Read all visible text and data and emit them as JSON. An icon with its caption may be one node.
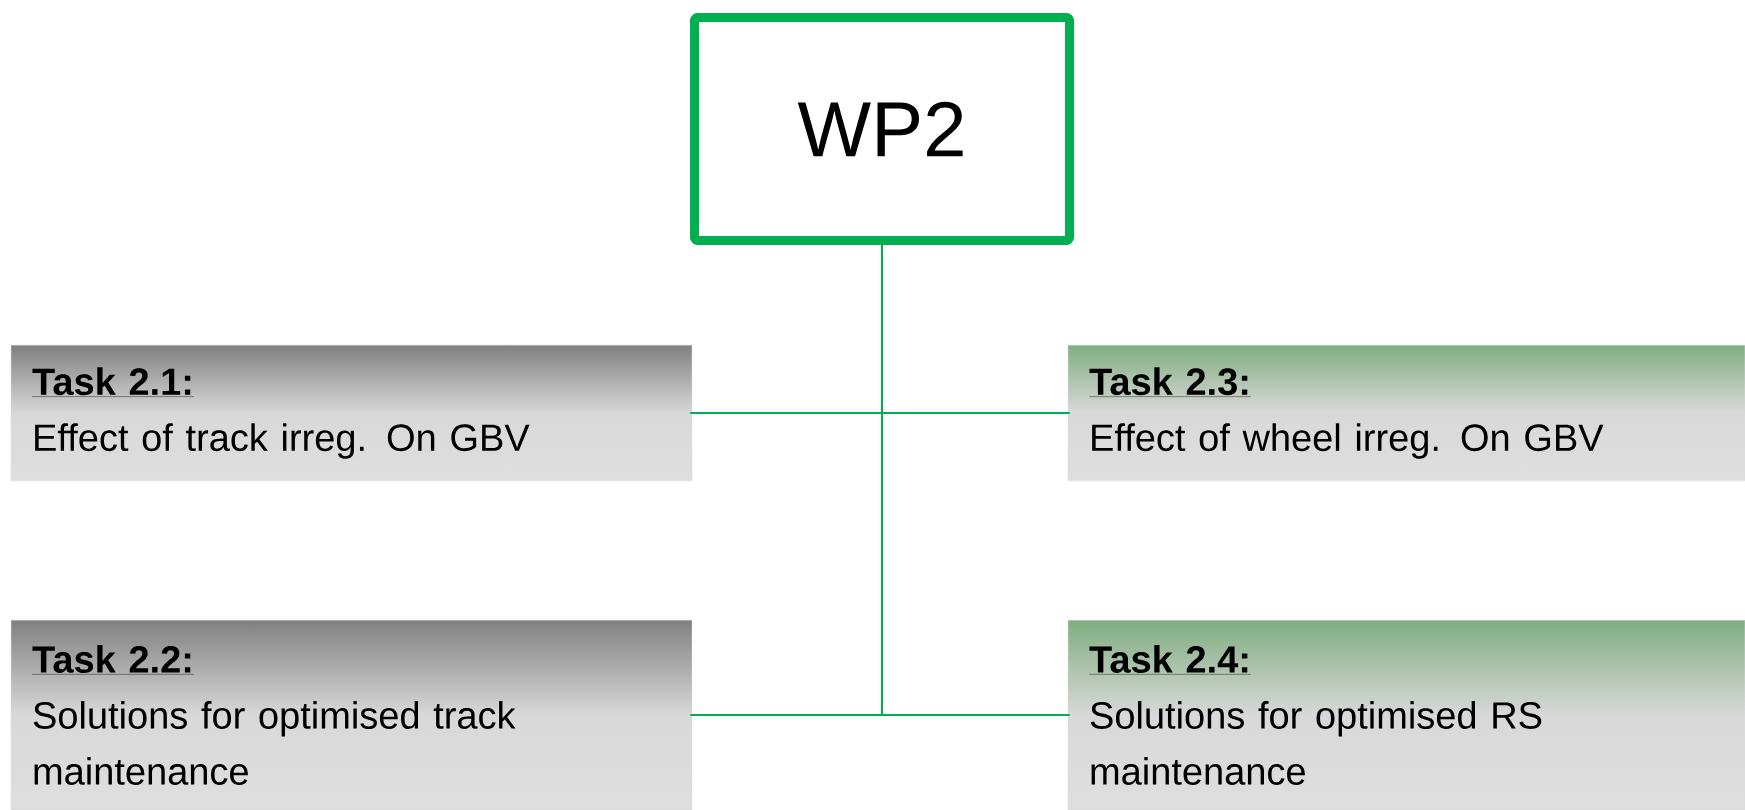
{
  "diagram": {
    "nodes": [
      {
        "text": [
          "WP2"
        ]
      },
      {
        "text": [
          "Task 2.1:",
          "Effect of track irreg. On GBV"
        ]
      },
      {
        "text": [
          "Task 2.2:",
          "Solutions for optimised track maintenance"
        ]
      },
      {
        "text": [
          "Task 2.3:",
          "Effect of wheel irreg. On GBV"
        ]
      },
      {
        "text": [
          "Task 2.4:",
          "Solutions for optimised RS maintenance"
        ]
      }
    ],
    "edges": [
      {
        "from": 0,
        "to": 1,
        "arrow": "none"
      },
      {
        "from": 0,
        "to": 2,
        "arrow": "none"
      },
      {
        "from": 0,
        "to": 3,
        "arrow": "none"
      },
      {
        "from": 0,
        "to": 4,
        "arrow": "none"
      }
    ]
  }
}
